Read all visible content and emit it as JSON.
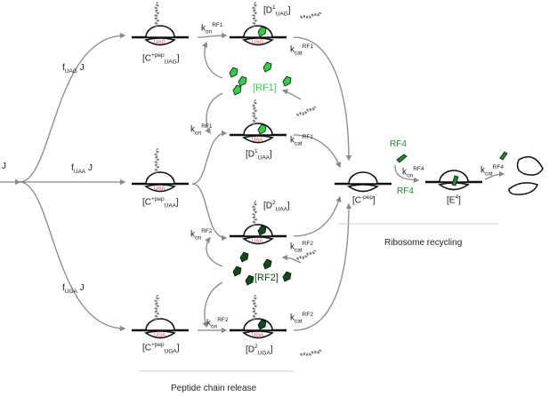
{
  "inputs": {
    "J": "J",
    "flux_uag": "f",
    "flux_uag_sub": "UAG",
    "flux_uaa": "f",
    "flux_uaa_sub": "UAA",
    "flux_uga": "f",
    "flux_uga_sub": "UGA",
    "flux_J": "J"
  },
  "codons": {
    "uag": "UAG",
    "uaa": "UAA",
    "uga": "UGA"
  },
  "complexes": {
    "c_uag": "[C",
    "c_uag_sup": "+pep",
    "c_uag_sub": "UAG",
    "c_uaa": "[C",
    "c_uaa_sup": "+pep",
    "c_uaa_sub": "UAA",
    "c_uga": "[C",
    "c_uga_sup": "+pep",
    "c_uga_sub": "UGA",
    "d1_uag": "[D",
    "d1_uag_sup": "1",
    "d1_uag_sub": "UAG",
    "d1_uaa": "[D",
    "d1_uaa_sup": "1",
    "d1_uaa_sub": "UAA",
    "d2_uaa": "[D",
    "d2_uaa_sup": "2",
    "d2_uaa_sub": "UAA",
    "d2_uga": "[D",
    "d2_uga_sup": "2",
    "d2_uga_sub": "UGA",
    "c_minus_pep": "[C",
    "c_minus_pep_sup": "-pep",
    "e4": "[E",
    "e4_sup": "4"
  },
  "rates": {
    "k_on": "k",
    "k_on_hat": "^",
    "k_on_sub": "on",
    "k_cat": "k",
    "k_cat_sub": "cat",
    "rf1_sup": "RF1",
    "rf2_sup": "RF2",
    "rf4_sup": "RF4"
  },
  "factors": {
    "rf1_pool": "[RF1]",
    "rf2_pool": "[RF2]",
    "rf4_a": "RF4",
    "rf4_b": "RF4"
  },
  "sections": {
    "ribosome_recycling": "Ribosome recycling",
    "peptide_chain_release": "Peptide chain release"
  },
  "colors": {
    "rf1": "#33cc44",
    "rf2": "#0f4a1a",
    "rf4": "#1f8a2c",
    "arrow": "#888888",
    "codon": "#e04545"
  }
}
